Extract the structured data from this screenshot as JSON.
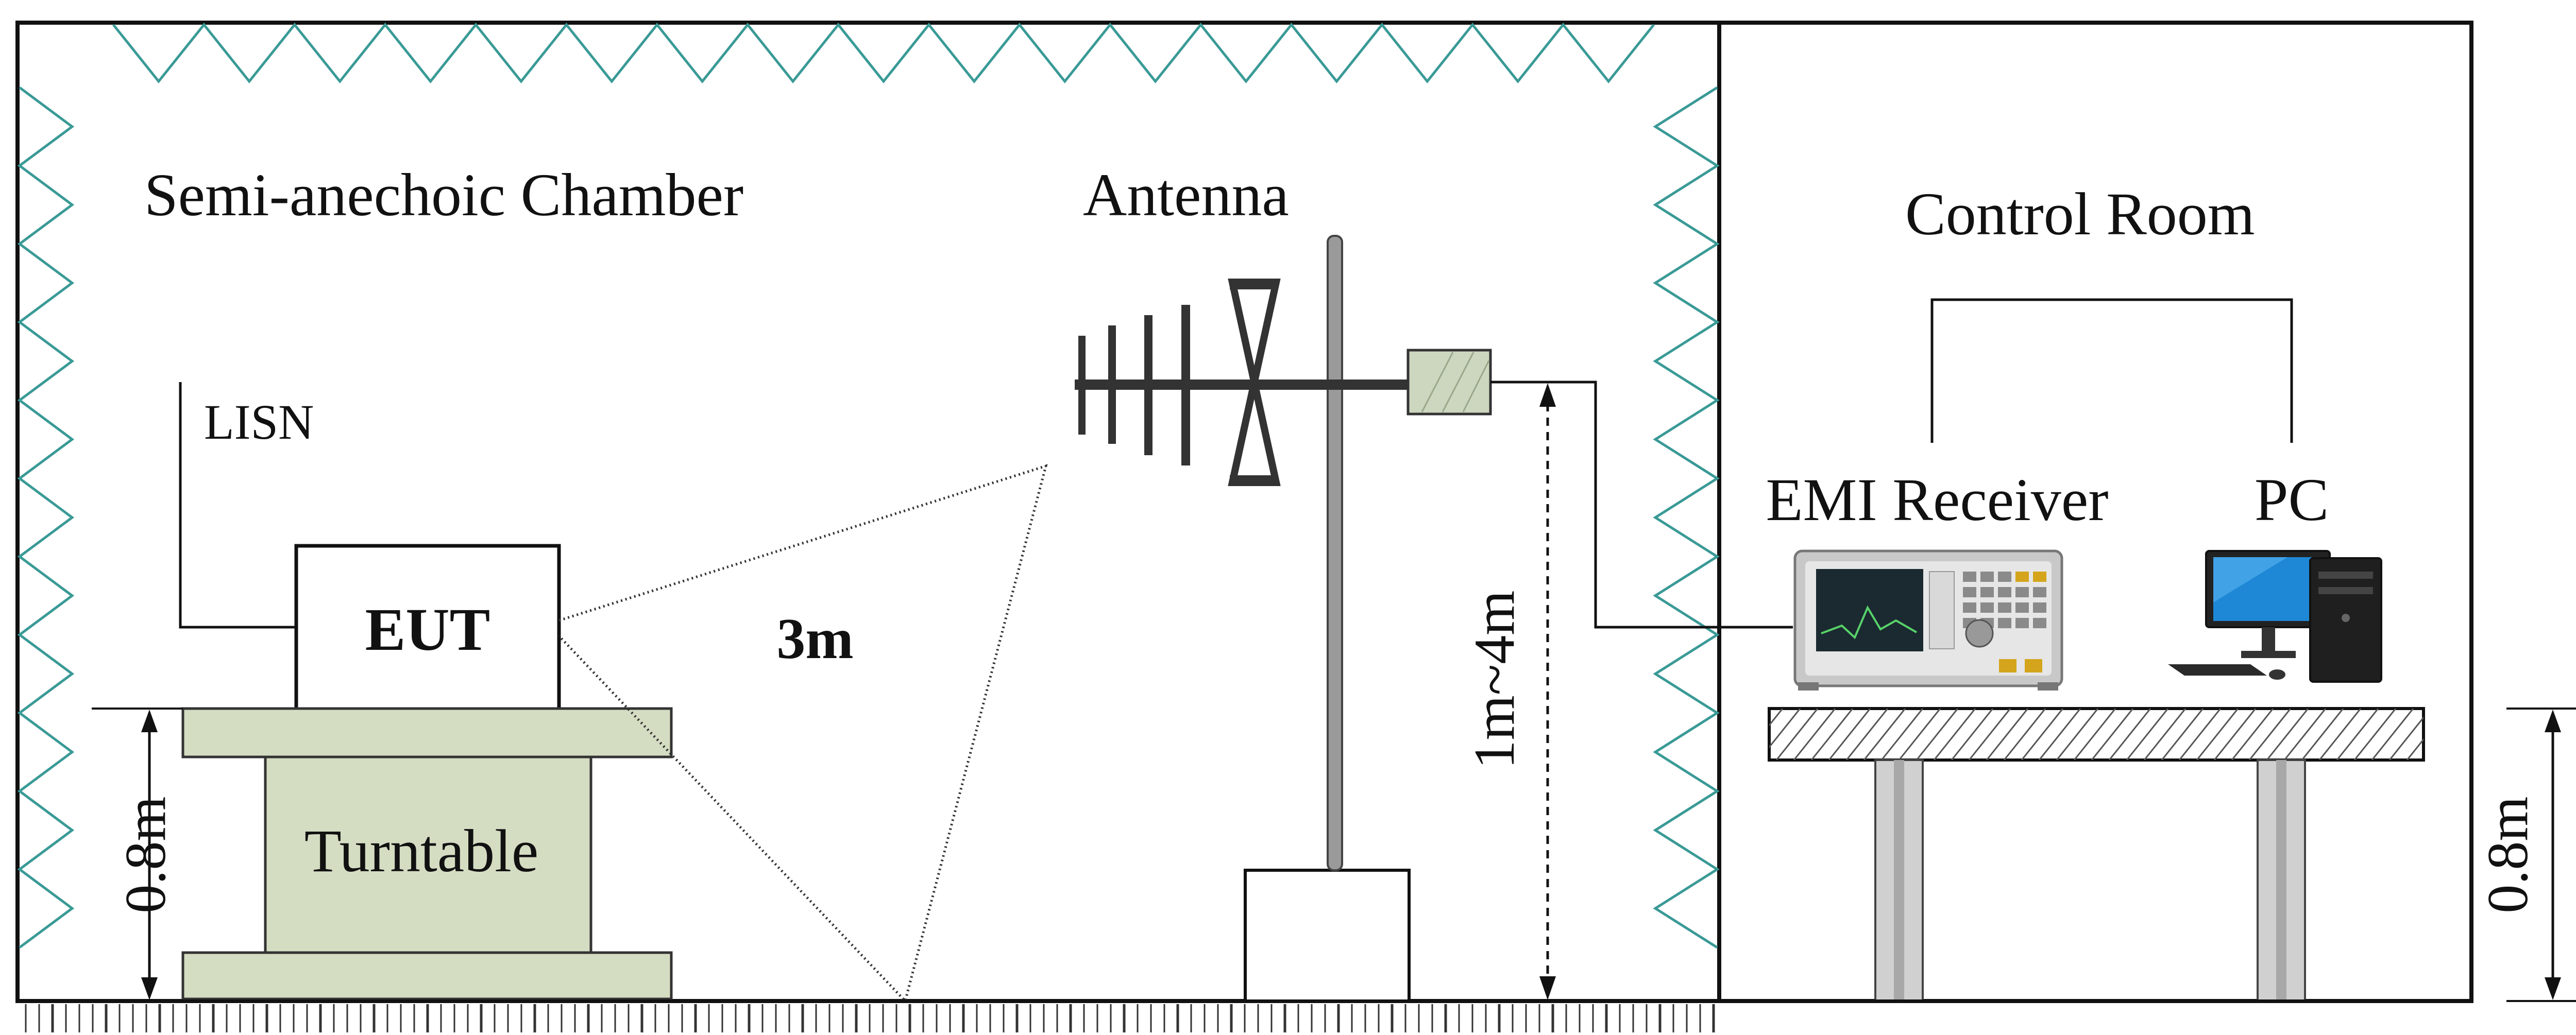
{
  "labels": {
    "chamber": "Semi-anechoic Chamber",
    "antenna": "Antenna",
    "control_room": "Control Room",
    "lisn": "LISN",
    "eut": "EUT",
    "distance": "3m",
    "turntable": "Turntable",
    "height_left": "0.8m",
    "antenna_height": "1m~4m",
    "emi_receiver": "EMI Receiver",
    "pc": "PC",
    "height_right": "0.8m"
  },
  "colors": {
    "absorber": "#3a9a96",
    "turntable_fill": "#d4dcc2",
    "preamp_fill": "#cdd7bf",
    "mast": "#9a9a9a",
    "antenna": "#333333",
    "line": "#111111",
    "receiver_body": "#c8c8c8",
    "receiver_screen": "#1a2a30",
    "pc_screen": "#1e88d6"
  }
}
